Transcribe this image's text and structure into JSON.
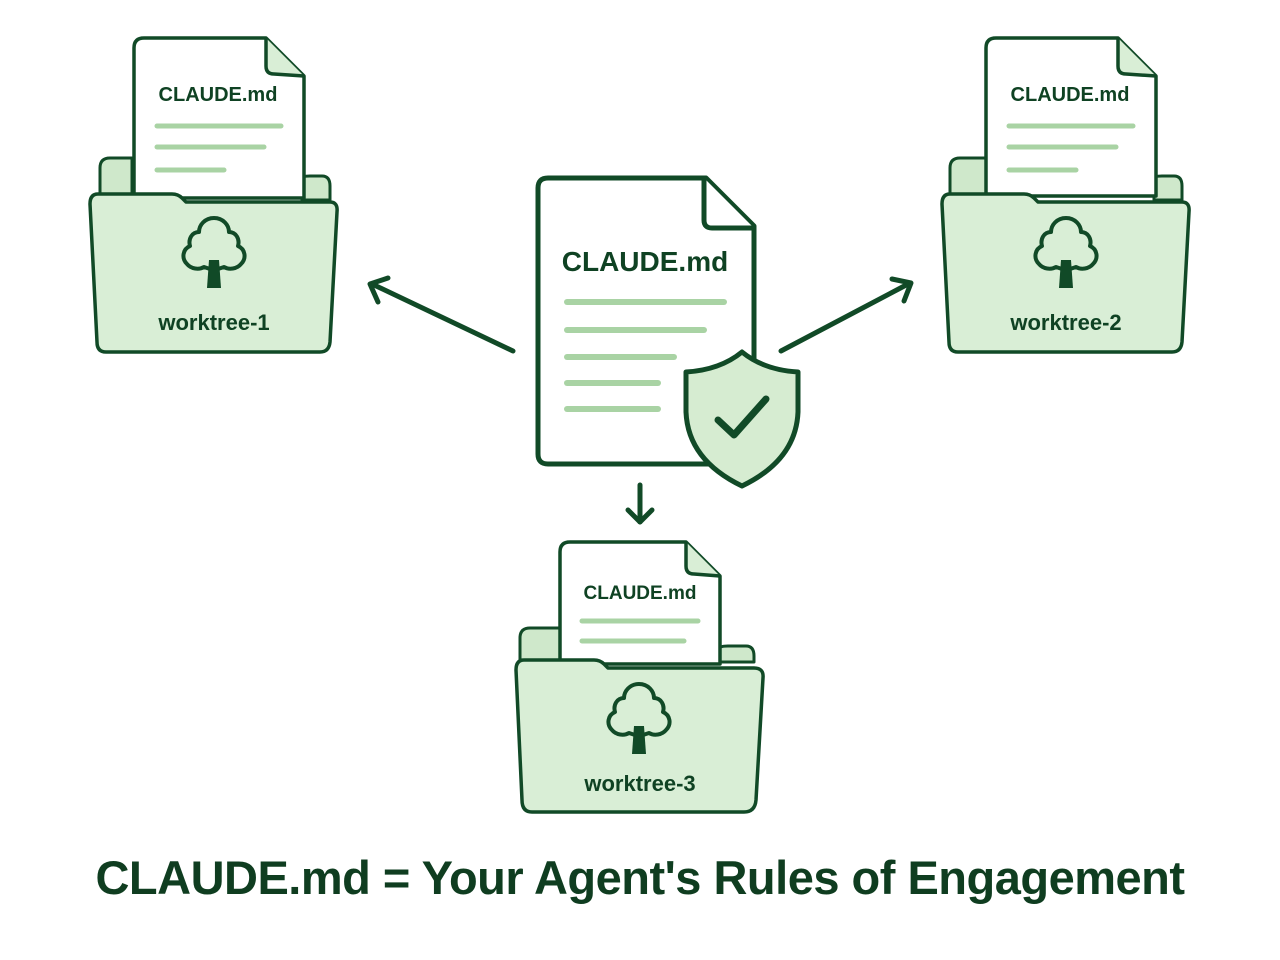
{
  "colors": {
    "stroke": "#114a27",
    "folder_fill": "#d9eed6",
    "folder_back_fill": "#cfe8cb",
    "doc_fill": "#ffffff",
    "line_fill": "#a9d3a4",
    "shield_fill": "#d6ecd1",
    "text": "#0f4223"
  },
  "central_document": {
    "title": "CLAUDE.md",
    "badge": "shield-check-icon"
  },
  "worktrees": [
    {
      "label": "worktree-1",
      "doc_title": "CLAUDE.md",
      "icon": "tree-icon",
      "direction": "left"
    },
    {
      "label": "worktree-2",
      "doc_title": "CLAUDE.md",
      "icon": "tree-icon",
      "direction": "right"
    },
    {
      "label": "worktree-3",
      "doc_title": "CLAUDE.md",
      "icon": "tree-icon",
      "direction": "down"
    }
  ],
  "caption": "CLAUDE.md = Your Agent's Rules of Engagement"
}
